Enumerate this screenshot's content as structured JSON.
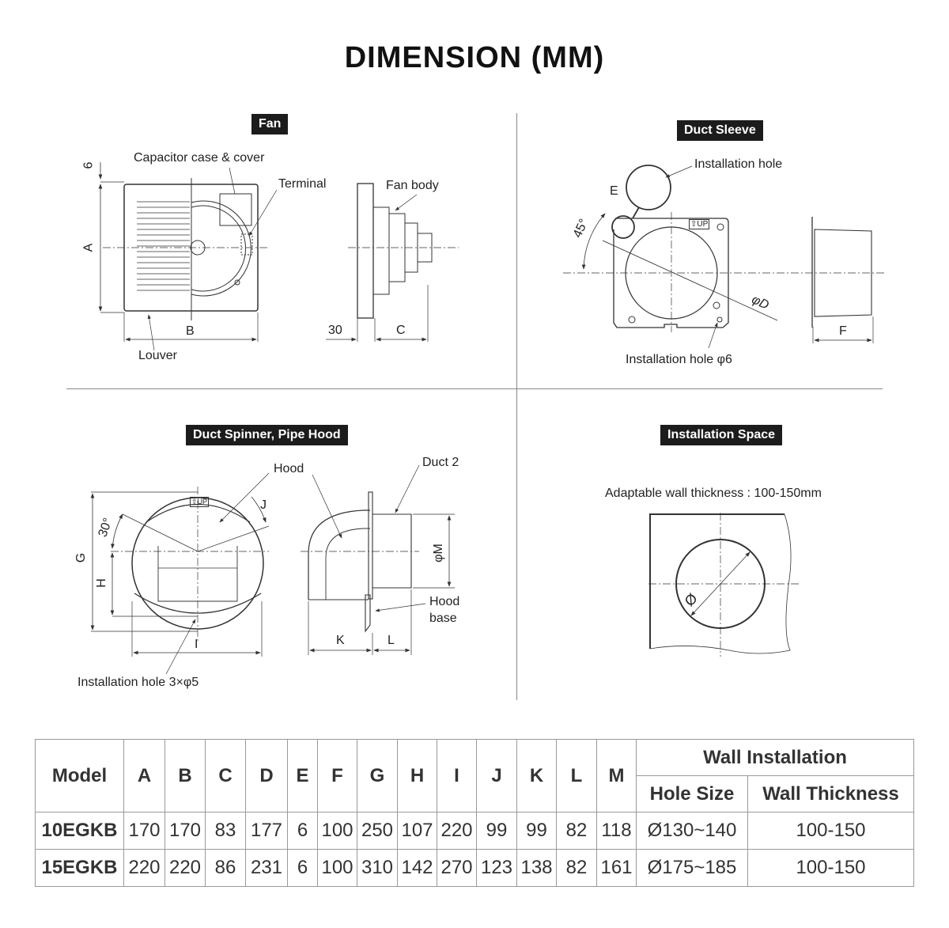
{
  "title": "DIMENSION (MM)",
  "sections": {
    "fan": {
      "badge": "Fan",
      "labels": {
        "capacitor": "Capacitor case & cover",
        "terminal": "Terminal",
        "fan_body": "Fan body",
        "louver": "Louver",
        "dim_6": "6",
        "dim_a": "A",
        "dim_b": "B",
        "dim_30": "30",
        "dim_c": "C"
      }
    },
    "duct_sleeve": {
      "badge": "Duct Sleeve",
      "labels": {
        "install_hole": "Installation hole",
        "dim_e": "E",
        "angle": "45°",
        "dim_d": "φD",
        "install_hole_6": "Installation hole φ6",
        "dim_f": "F",
        "up_mark": "⇧UP"
      }
    },
    "duct_spinner": {
      "badge": "Duct Spinner, Pipe Hood",
      "labels": {
        "hood": "Hood",
        "duct2": "Duct 2",
        "dim_j": "J",
        "angle": "30°",
        "dim_g": "G",
        "dim_h": "H",
        "dim_i": "I",
        "dim_m": "φM",
        "hood_base_1": "Hood",
        "hood_base_2": "base",
        "dim_k": "K",
        "dim_l": "L",
        "install_hole": "Installation hole 3×φ5",
        "up_mark": "⇧UP"
      }
    },
    "install_space": {
      "badge": "Installation Space",
      "note": "Adaptable wall thickness : 100-150mm",
      "dim_phi": "Ø"
    }
  },
  "table": {
    "headers": [
      "Model",
      "A",
      "B",
      "C",
      "D",
      "E",
      "F",
      "G",
      "H",
      "I",
      "J",
      "K",
      "L",
      "M"
    ],
    "group_header": "Wall Installation",
    "sub_headers": [
      "Hole Size",
      "Wall Thickness"
    ],
    "rows": [
      {
        "model": "10EGKB",
        "values": [
          "170",
          "170",
          "83",
          "177",
          "6",
          "100",
          "250",
          "107",
          "220",
          "99",
          "99",
          "82",
          "118"
        ],
        "hole_size": "Ø130~140",
        "wall_thickness": "100-150"
      },
      {
        "model": "15EGKB",
        "values": [
          "220",
          "220",
          "86",
          "231",
          "6",
          "100",
          "310",
          "142",
          "270",
          "123",
          "138",
          "82",
          "161"
        ],
        "hole_size": "Ø175~185",
        "wall_thickness": "100-150"
      }
    ]
  }
}
